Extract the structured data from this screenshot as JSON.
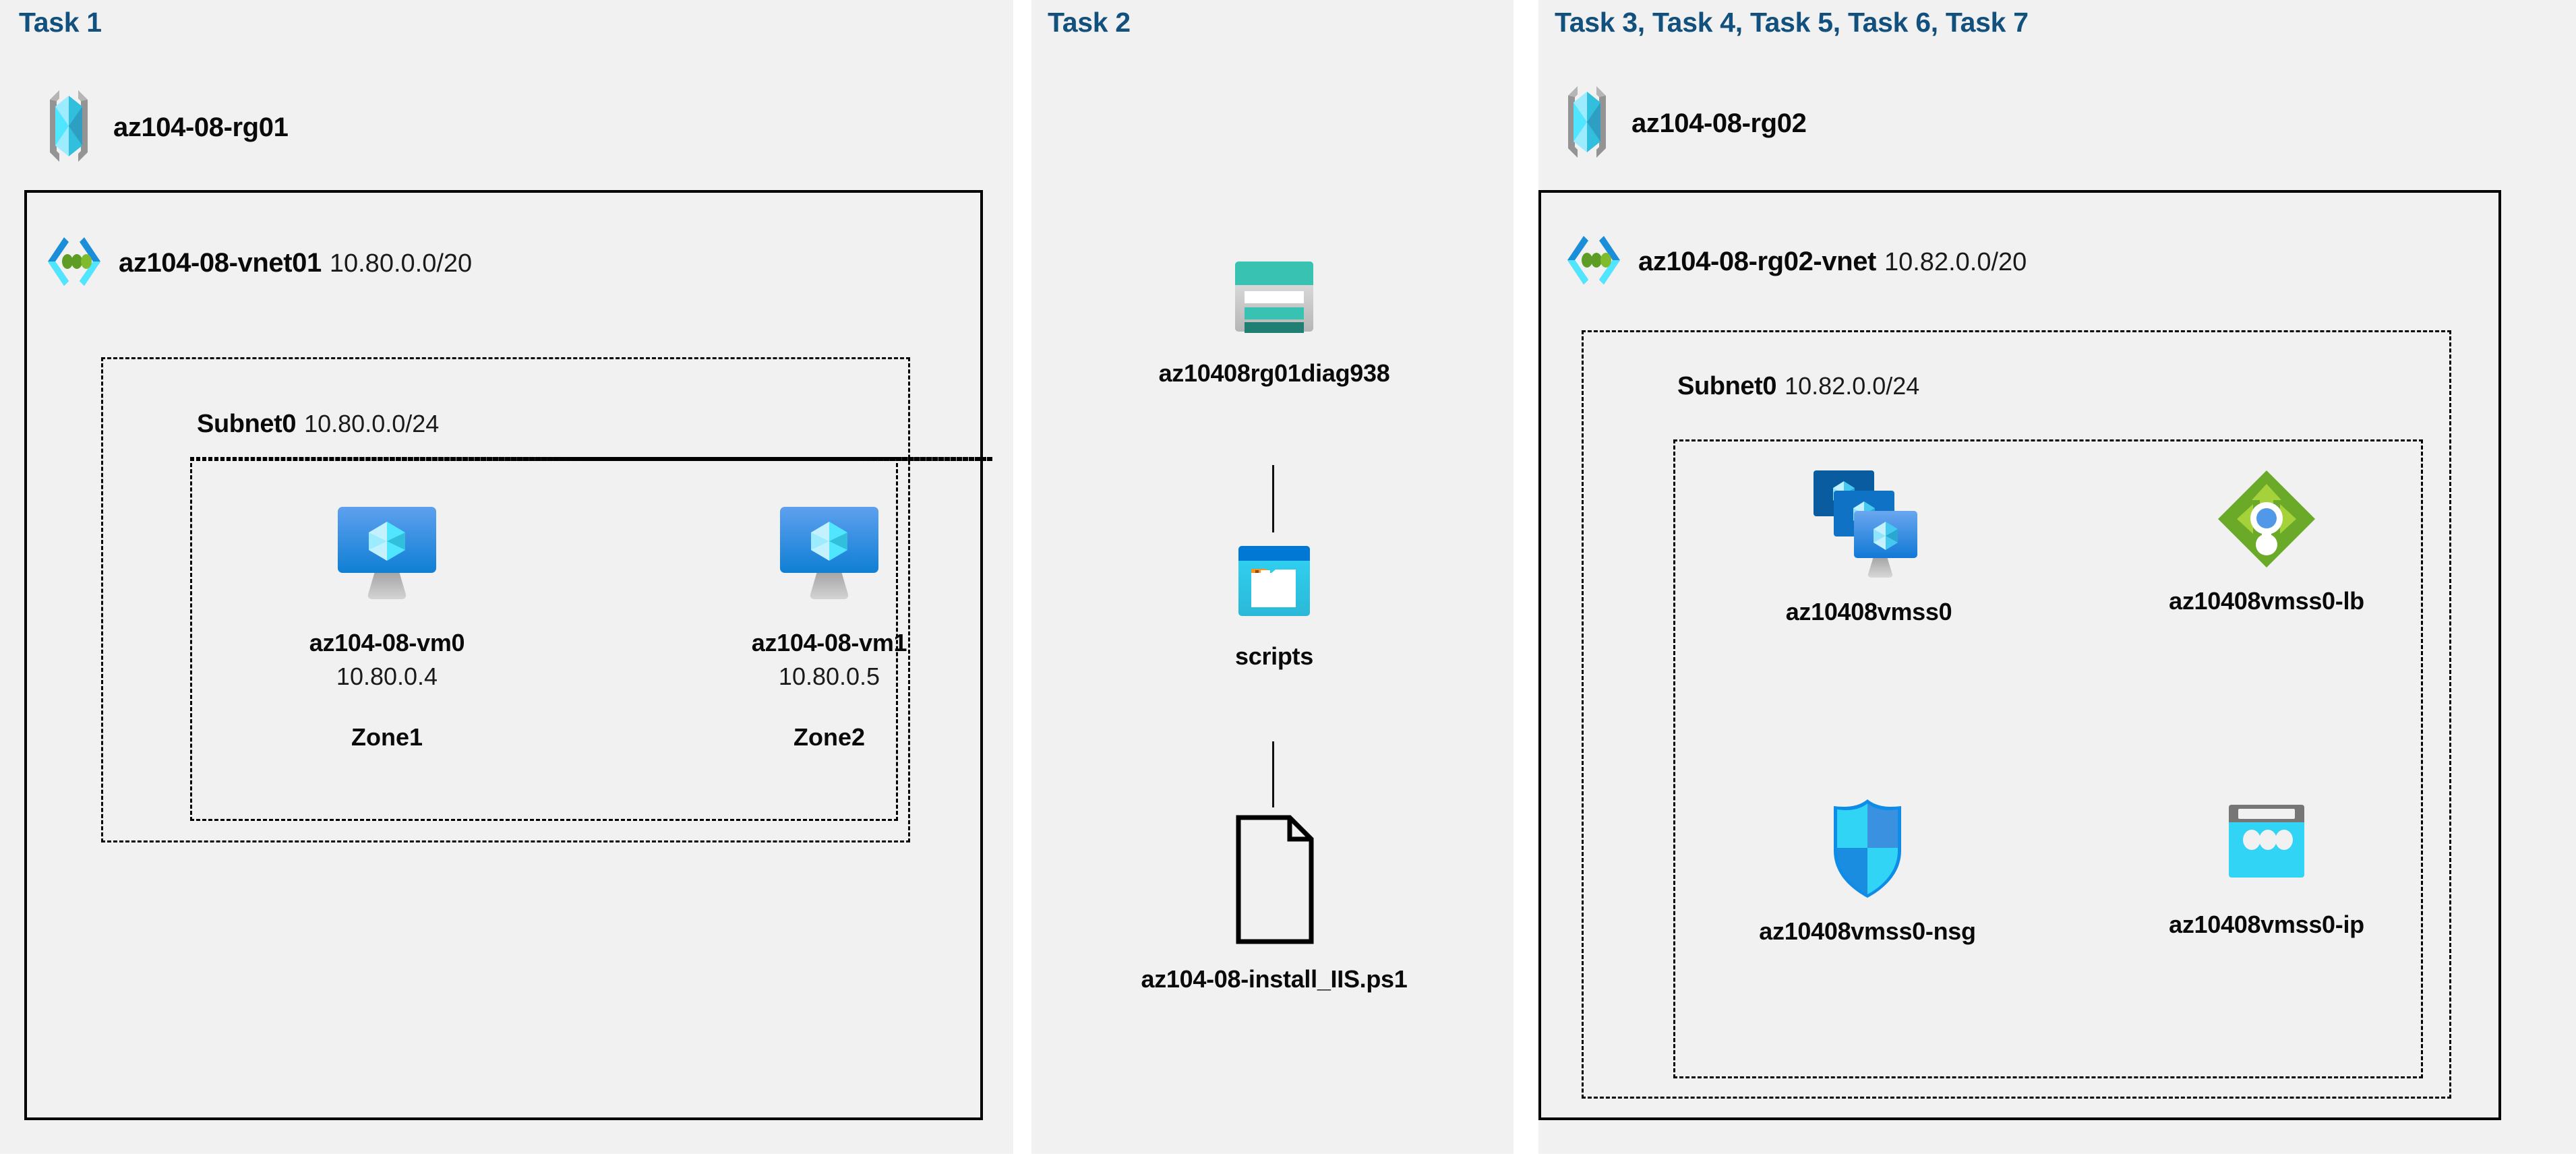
{
  "panels": [
    {
      "id": "task1",
      "heading": "Task 1",
      "resource_group": {
        "name": "az104-08-rg01",
        "icon": "resource-group-icon"
      },
      "vnet": {
        "name": "az104-08-vnet01",
        "cidr": "10.80.0.0/20",
        "icon": "virtual-network-icon"
      },
      "subnet": {
        "name": "Subnet0",
        "cidr": "10.80.0.0/24"
      },
      "nodes": [
        {
          "icon": "virtual-machine-icon",
          "name": "az104-08-vm0",
          "ip": "10.80.0.4",
          "zone": "Zone1"
        },
        {
          "icon": "virtual-machine-icon",
          "name": "az104-08-vm1",
          "ip": "10.80.0.5",
          "zone": "Zone2"
        }
      ]
    },
    {
      "id": "task2",
      "heading": "Task 2",
      "nodes": [
        {
          "icon": "storage-account-icon",
          "name": "az10408rg01diag938"
        },
        {
          "icon": "blob-container-icon",
          "name": "scripts"
        },
        {
          "icon": "file-icon",
          "name": "az104-08-install_IIS.ps1"
        }
      ]
    },
    {
      "id": "task3",
      "heading": "Task 3, Task 4, Task 5, Task 6, Task 7",
      "resource_group": {
        "name": "az104-08-rg02",
        "icon": "resource-group-icon"
      },
      "vnet": {
        "name": "az104-08-rg02-vnet",
        "cidr": "10.82.0.0/20",
        "icon": "virtual-network-icon"
      },
      "subnet": {
        "name": "Subnet0",
        "cidr": "10.82.0.0/24"
      },
      "nodes": [
        {
          "icon": "vm-scale-set-icon",
          "name": "az10408vmss0"
        },
        {
          "icon": "load-balancer-icon",
          "name": "az10408vmss0-lb"
        },
        {
          "icon": "network-security-group-icon",
          "name": "az10408vmss0-nsg"
        },
        {
          "icon": "public-ip-address-icon",
          "name": "az10408vmss0-ip"
        }
      ]
    }
  ],
  "colors": {
    "heading": "#12507d",
    "panel_bg": "#f1f1f1",
    "border": "#000000",
    "azure_blue": "#0078d4",
    "azure_cyan": "#50e6ff",
    "storage_teal": "#37c2b1",
    "storage_teal_dark": "#1f7f73",
    "lb_green": "#6aaa28",
    "lb_green_light": "#a5d13a",
    "nsg_blue": "#0f8ce8"
  }
}
